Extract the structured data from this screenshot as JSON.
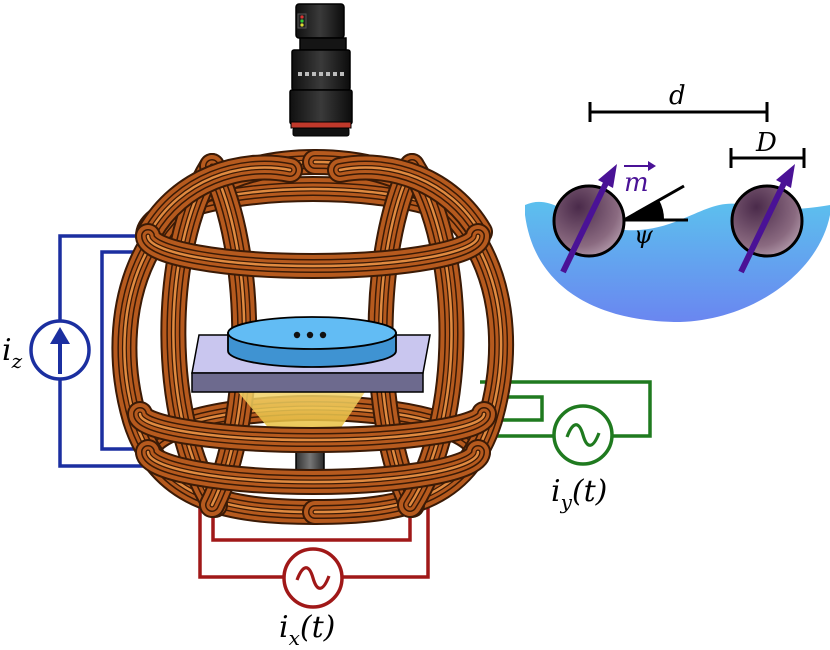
{
  "colors": {
    "copper": "#b65a1e",
    "copper_dark": "#3a1a06",
    "copper_light": "#e08a40",
    "circuit_z": "#1b2fa0",
    "circuit_x": "#a01818",
    "circuit_y": "#1f7a1f",
    "dipole": "#4a1296",
    "liquid_top": "#5cc0ee",
    "liquid_bottom": "#6a86f0",
    "dish": "#5fb8f2",
    "plate": "#c9c6ef",
    "cone": "#f0c84a"
  },
  "icons": {
    "camera": "camera-icon",
    "source_dc": "dc-current-source-icon",
    "source_ac": "ac-source-icon"
  },
  "labels": {
    "iz": {
      "main": "i",
      "sub": "z"
    },
    "ix": {
      "main": "i",
      "sub": "x",
      "arg": "(t)"
    },
    "iy": {
      "main": "i",
      "sub": "y",
      "arg": "(t)"
    }
  },
  "inset": {
    "distance_label": "d",
    "diameter_label": "D",
    "moment_label": "m",
    "angle_label": "ψ",
    "particle_count": 2
  }
}
